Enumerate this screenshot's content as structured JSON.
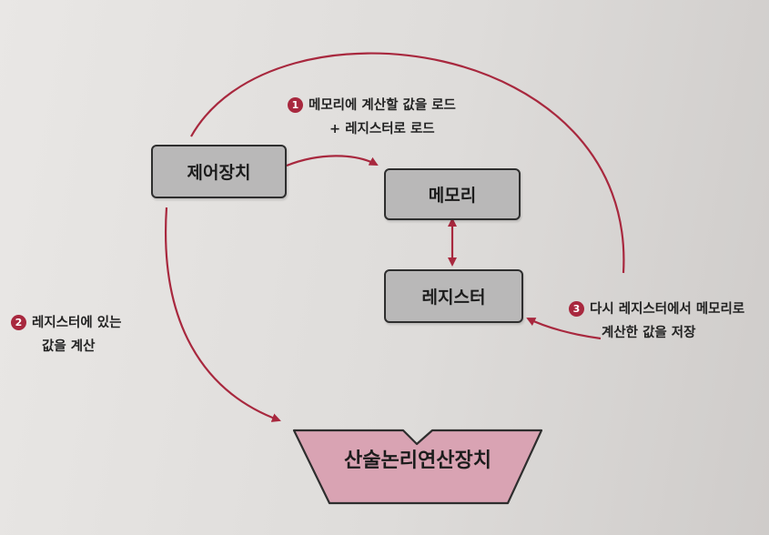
{
  "boxes": {
    "control": "제어장치",
    "memory": "메모리",
    "register": "레지스터",
    "alu": "산술논리연산장치"
  },
  "steps": [
    {
      "number": "1",
      "line1": "메모리에 계산할 값을 로드",
      "line2": "+ 레지스터로 로드"
    },
    {
      "number": "2",
      "line1": "레지스터에 있는",
      "line2": "값을 계산"
    },
    {
      "number": "3",
      "line1": "다시 레지스터에서 메모리로",
      "line2": "계산한 값을 저장"
    }
  ],
  "colors": {
    "arrow": "#a8283e",
    "box_fill": "#b9b8b8",
    "alu_fill": "#d9a3b3",
    "badge": "#a8283e"
  }
}
